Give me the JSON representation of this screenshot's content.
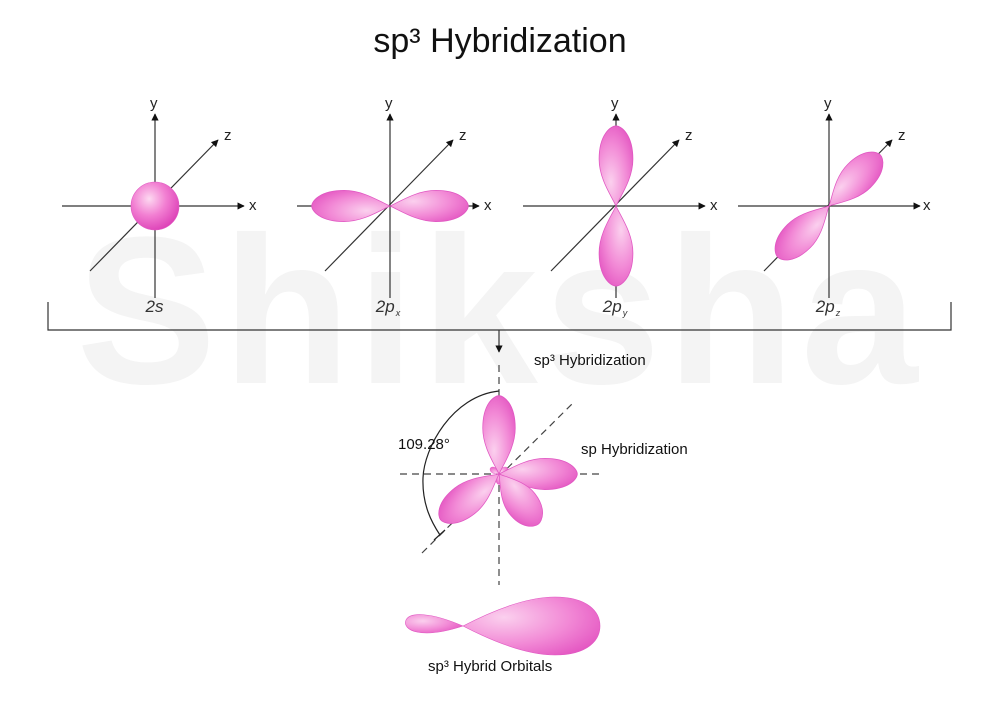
{
  "title": "sp³ Hybridization",
  "watermark": "Shiksha",
  "axes": {
    "x": "x",
    "y": "y",
    "z": "z"
  },
  "orbitals": [
    {
      "id": "2s",
      "main": "2s",
      "sub": ""
    },
    {
      "id": "2px",
      "main": "2p",
      "sub": "x"
    },
    {
      "id": "2py",
      "main": "2p",
      "sub": "y"
    },
    {
      "id": "2pz",
      "main": "2p",
      "sub": "z"
    }
  ],
  "result": {
    "label": "sp³ Hybridization",
    "angle": "109.28°",
    "side_label": "sp Hybridization",
    "orbital_caption": "sp³ Hybrid Orbitals"
  },
  "colors": {
    "lobe_light": "#fbd0ee",
    "lobe_mid": "#f28ad6",
    "lobe_dark": "#e24fbf",
    "line": "#333333"
  }
}
